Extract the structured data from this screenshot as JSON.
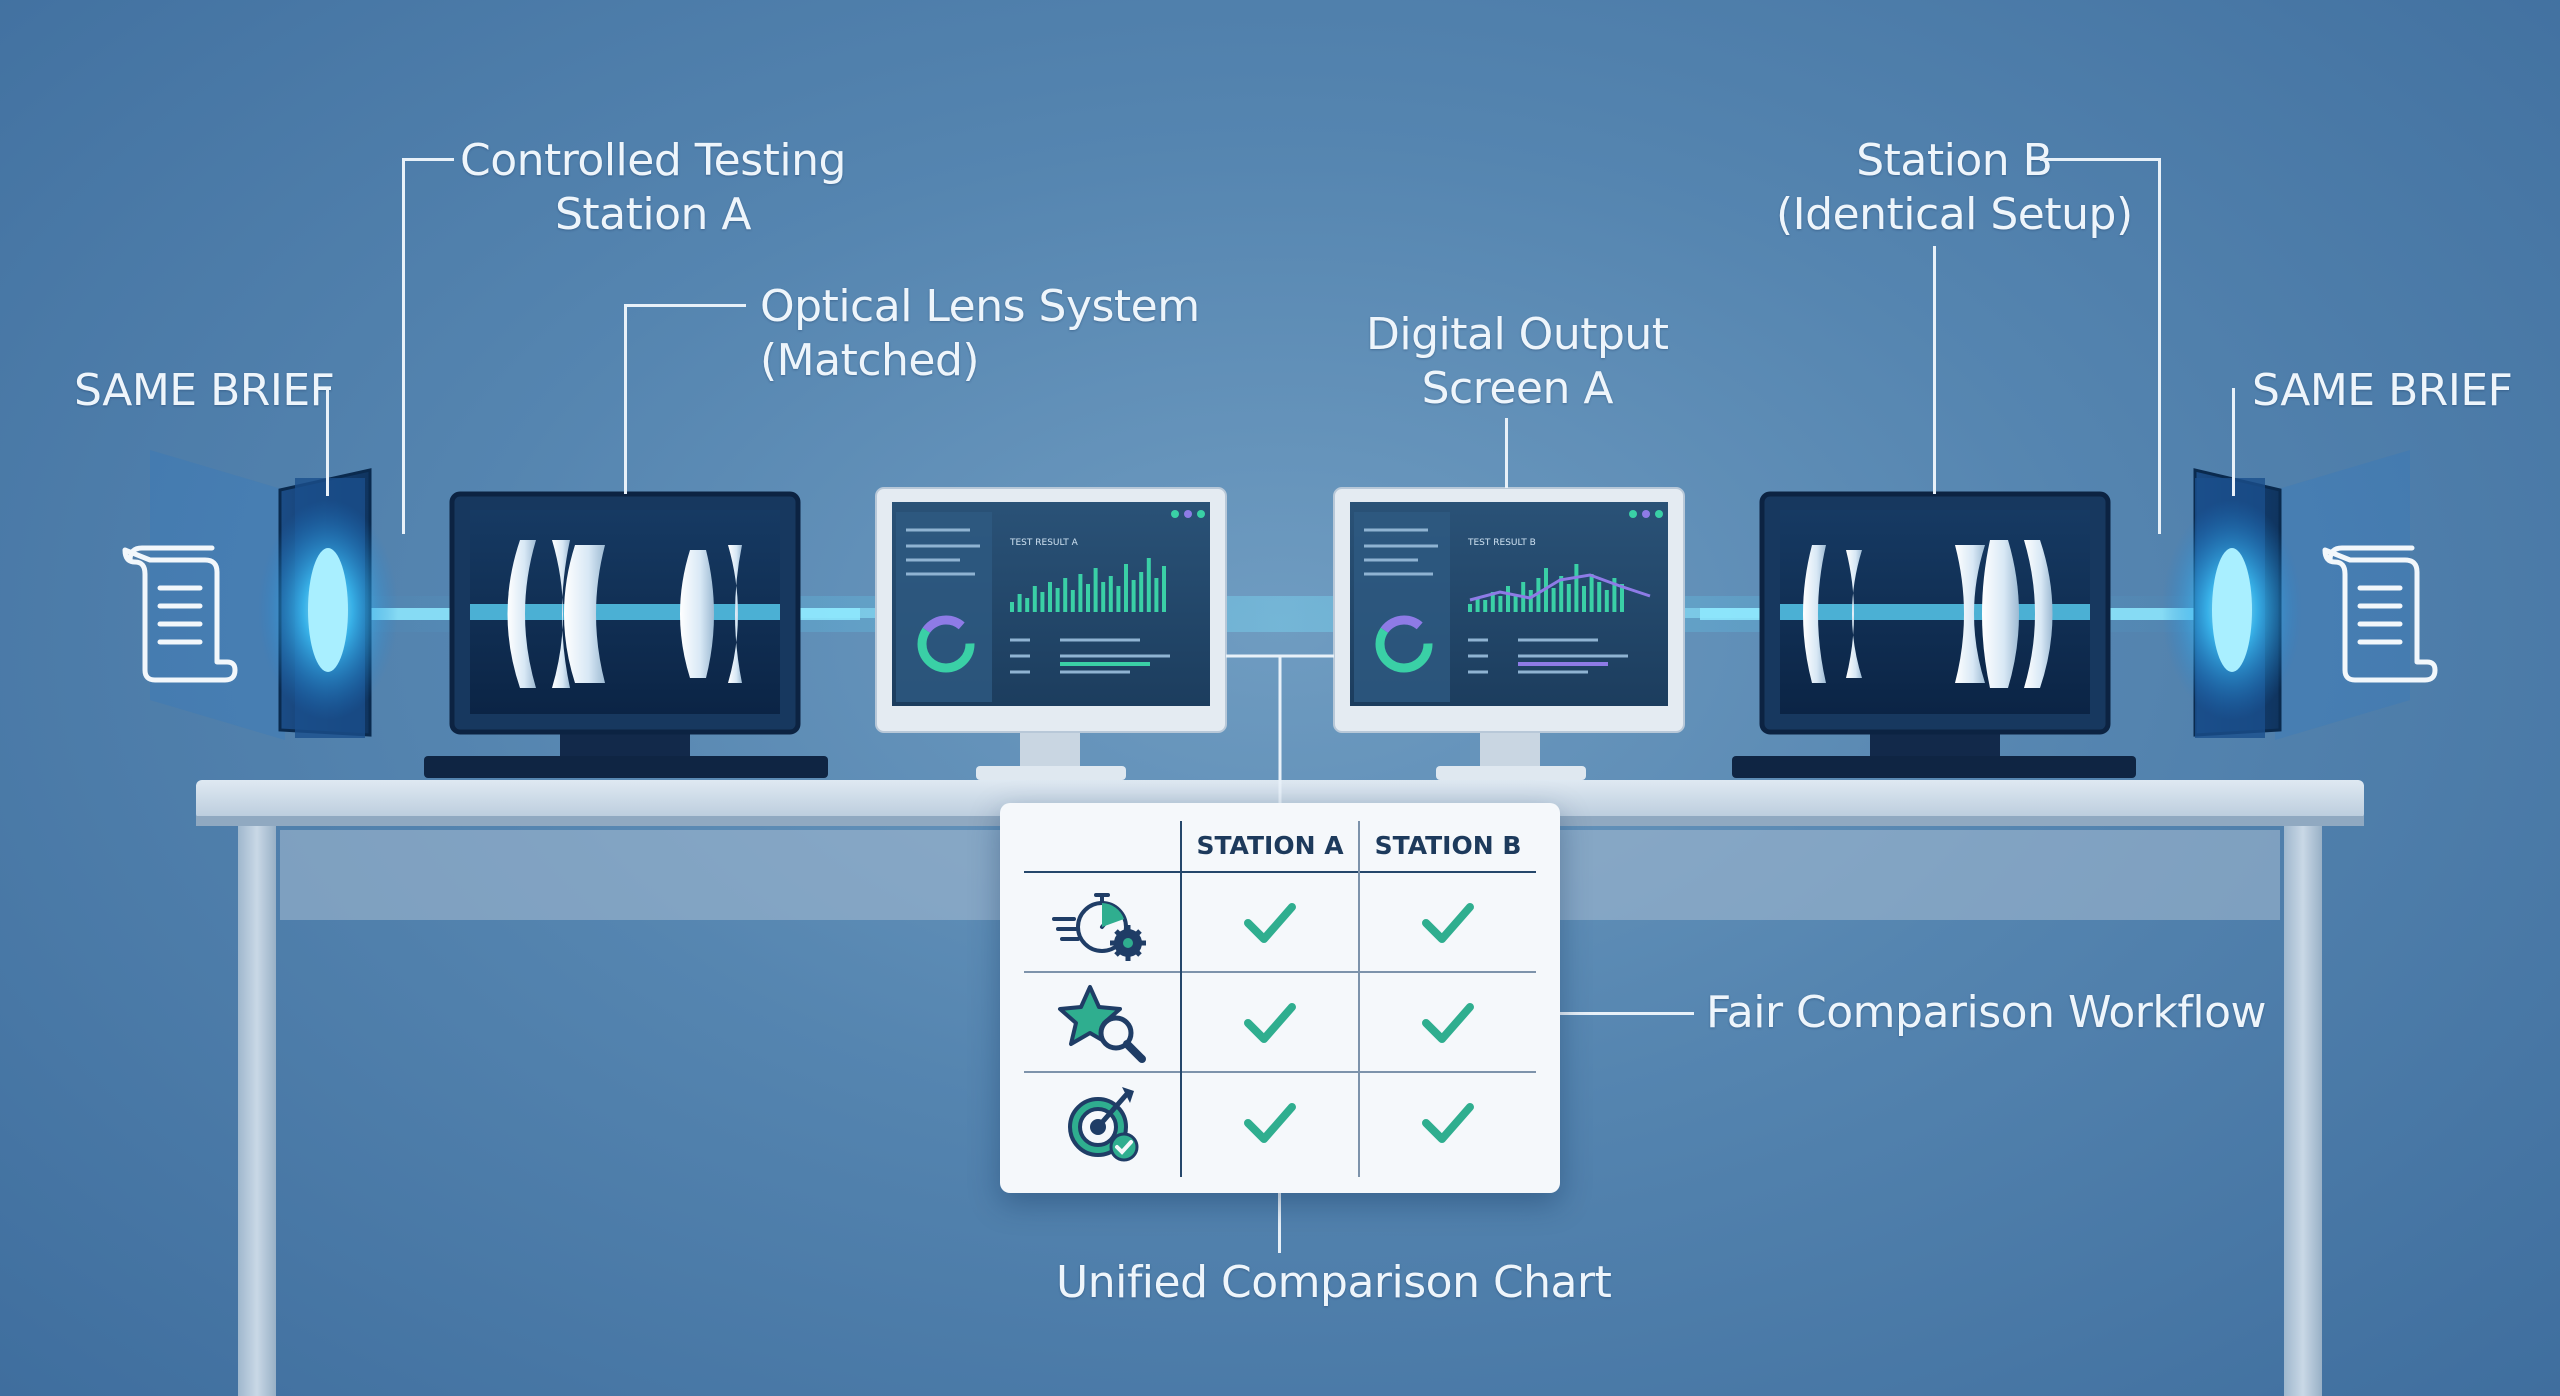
{
  "labels": {
    "same_brief_left": "SAME BRIEF",
    "same_brief_right": "SAME BRIEF",
    "station_a_line1": "Controlled Testing",
    "station_a_line2": "Station A",
    "optical_line1": "Optical Lens System",
    "optical_line2": "(Matched)",
    "digital_line1": "Digital Output",
    "digital_line2": "Screen A",
    "station_b_line1": "Station B",
    "station_b_line2": "(Identical Setup)",
    "workflow": "Fair Comparison Workflow",
    "unified_chart": "Unified Comparison Chart"
  },
  "screens": {
    "left_title": "TEST RESULT A",
    "right_title": "TEST RESULT B"
  },
  "comparison_chart": {
    "columns": [
      "STATION A",
      "STATION B"
    ],
    "rows": [
      {
        "icon": "stopwatch-gear-icon",
        "station_a": true,
        "station_b": true
      },
      {
        "icon": "star-magnifier-icon",
        "station_a": true,
        "station_b": true
      },
      {
        "icon": "target-check-icon",
        "station_a": true,
        "station_b": true
      }
    ]
  },
  "colors": {
    "accent_glow": "#3fd0ff",
    "check_green": "#2fae8f",
    "chart_line": "#25476b"
  }
}
